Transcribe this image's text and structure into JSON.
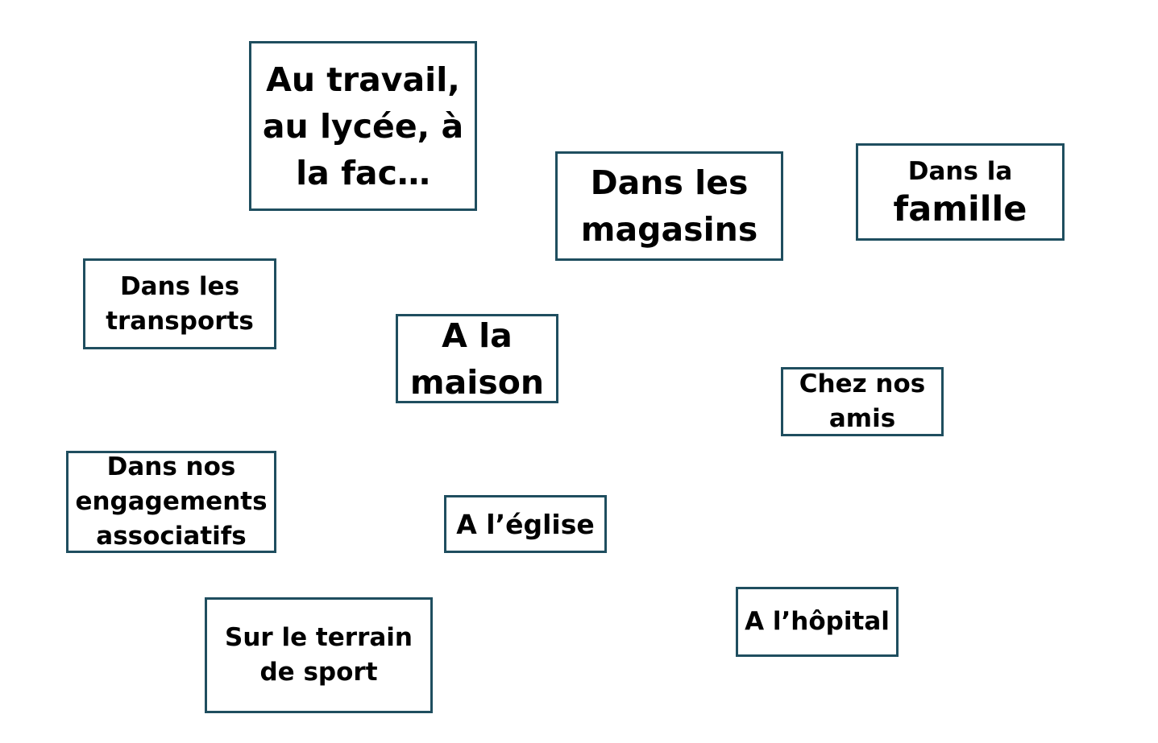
{
  "colors": {
    "border": "#1f4e5f",
    "text": "#000000",
    "background": "#ffffff"
  },
  "boxes": {
    "travail": {
      "lines": [
        "Au travail,",
        "au lycée, à",
        "la fac…"
      ]
    },
    "magasins": {
      "lines": [
        "Dans les",
        "magasins"
      ]
    },
    "famille": {
      "lines": [
        "Dans la",
        "famille"
      ]
    },
    "transports": {
      "lines": [
        "Dans les",
        "transports"
      ]
    },
    "maison": {
      "lines": [
        "A la",
        "maison"
      ]
    },
    "amis": {
      "lines": [
        "Chez nos",
        "amis"
      ]
    },
    "associatifs": {
      "lines": [
        "Dans nos",
        "engagements",
        "associatifs"
      ]
    },
    "eglise": {
      "lines": [
        "A l’église"
      ]
    },
    "sport": {
      "lines": [
        "Sur le terrain",
        "de sport"
      ]
    },
    "hopital": {
      "lines": [
        "A l’hôpital"
      ]
    }
  }
}
